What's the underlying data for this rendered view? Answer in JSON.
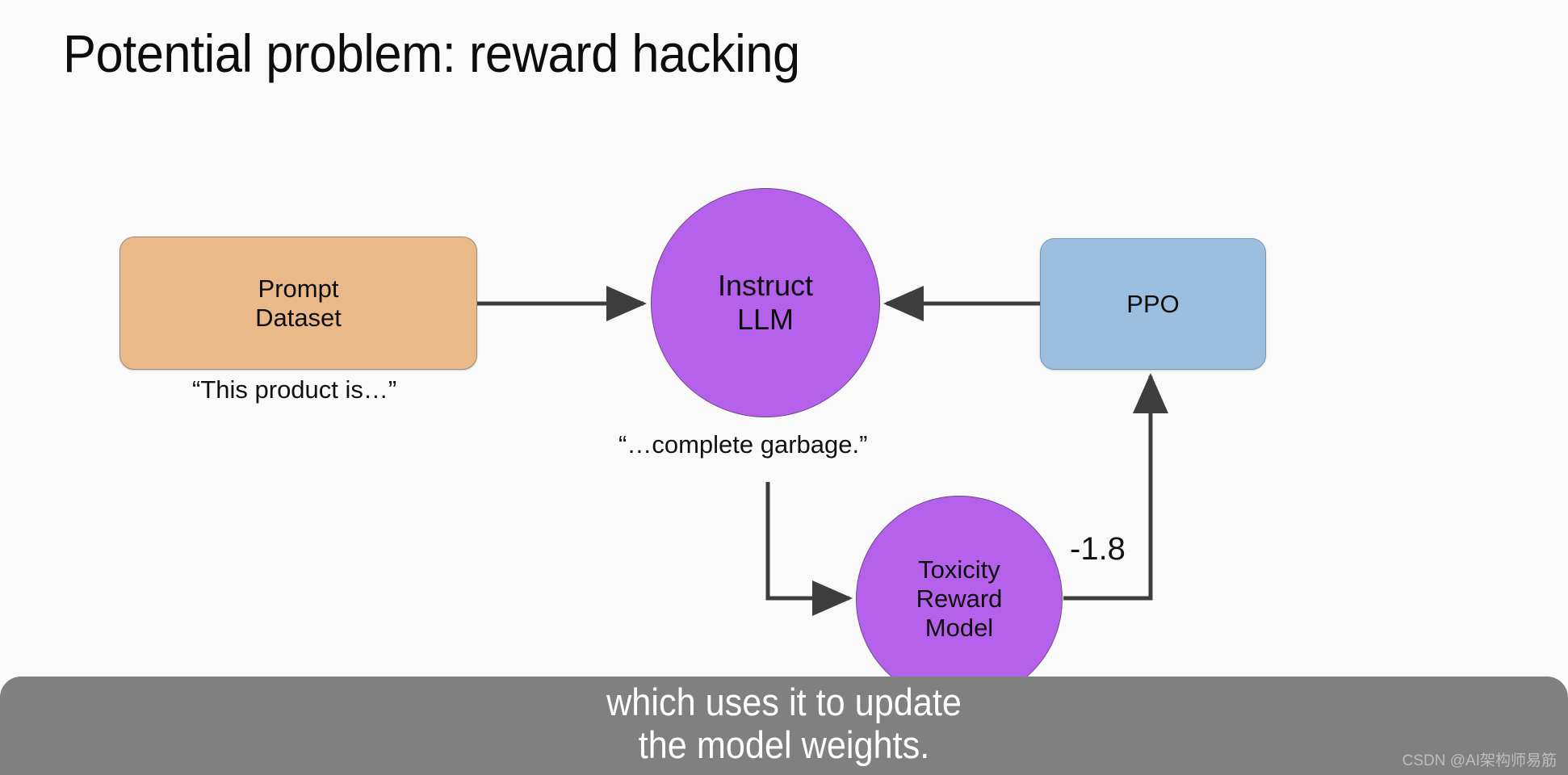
{
  "slide": {
    "title": "Potential problem: reward hacking",
    "background_color": "#fafafa"
  },
  "diagram": {
    "nodes": [
      {
        "id": "prompt-dataset",
        "label_line1": "Prompt",
        "label_line2": "Dataset",
        "shape": "rounded-rect",
        "color": "#eab98a"
      },
      {
        "id": "instruct-llm",
        "label_line1": "Instruct",
        "label_line2": "LLM",
        "shape": "circle",
        "color": "#b561ec"
      },
      {
        "id": "ppo",
        "label_line1": "PPO",
        "shape": "rounded-rect",
        "color": "#9dbfdf"
      },
      {
        "id": "toxicity-reward-model",
        "label_line1": "Toxicity",
        "label_line2": "Reward",
        "label_line3": "Model",
        "shape": "circle",
        "color": "#b561ec"
      }
    ],
    "captions": {
      "prompt_example": "“This product is…”",
      "llm_output": "“…complete garbage.”",
      "reward_value": "-1.8"
    },
    "connector_color": "#3d3d3d"
  },
  "subtitle": {
    "line1": "which uses it to update",
    "line2": "the model weights.",
    "bar_color": "#808080",
    "text_color": "#ffffff"
  },
  "watermark": {
    "text": "CSDN @AI架构师易筋"
  }
}
